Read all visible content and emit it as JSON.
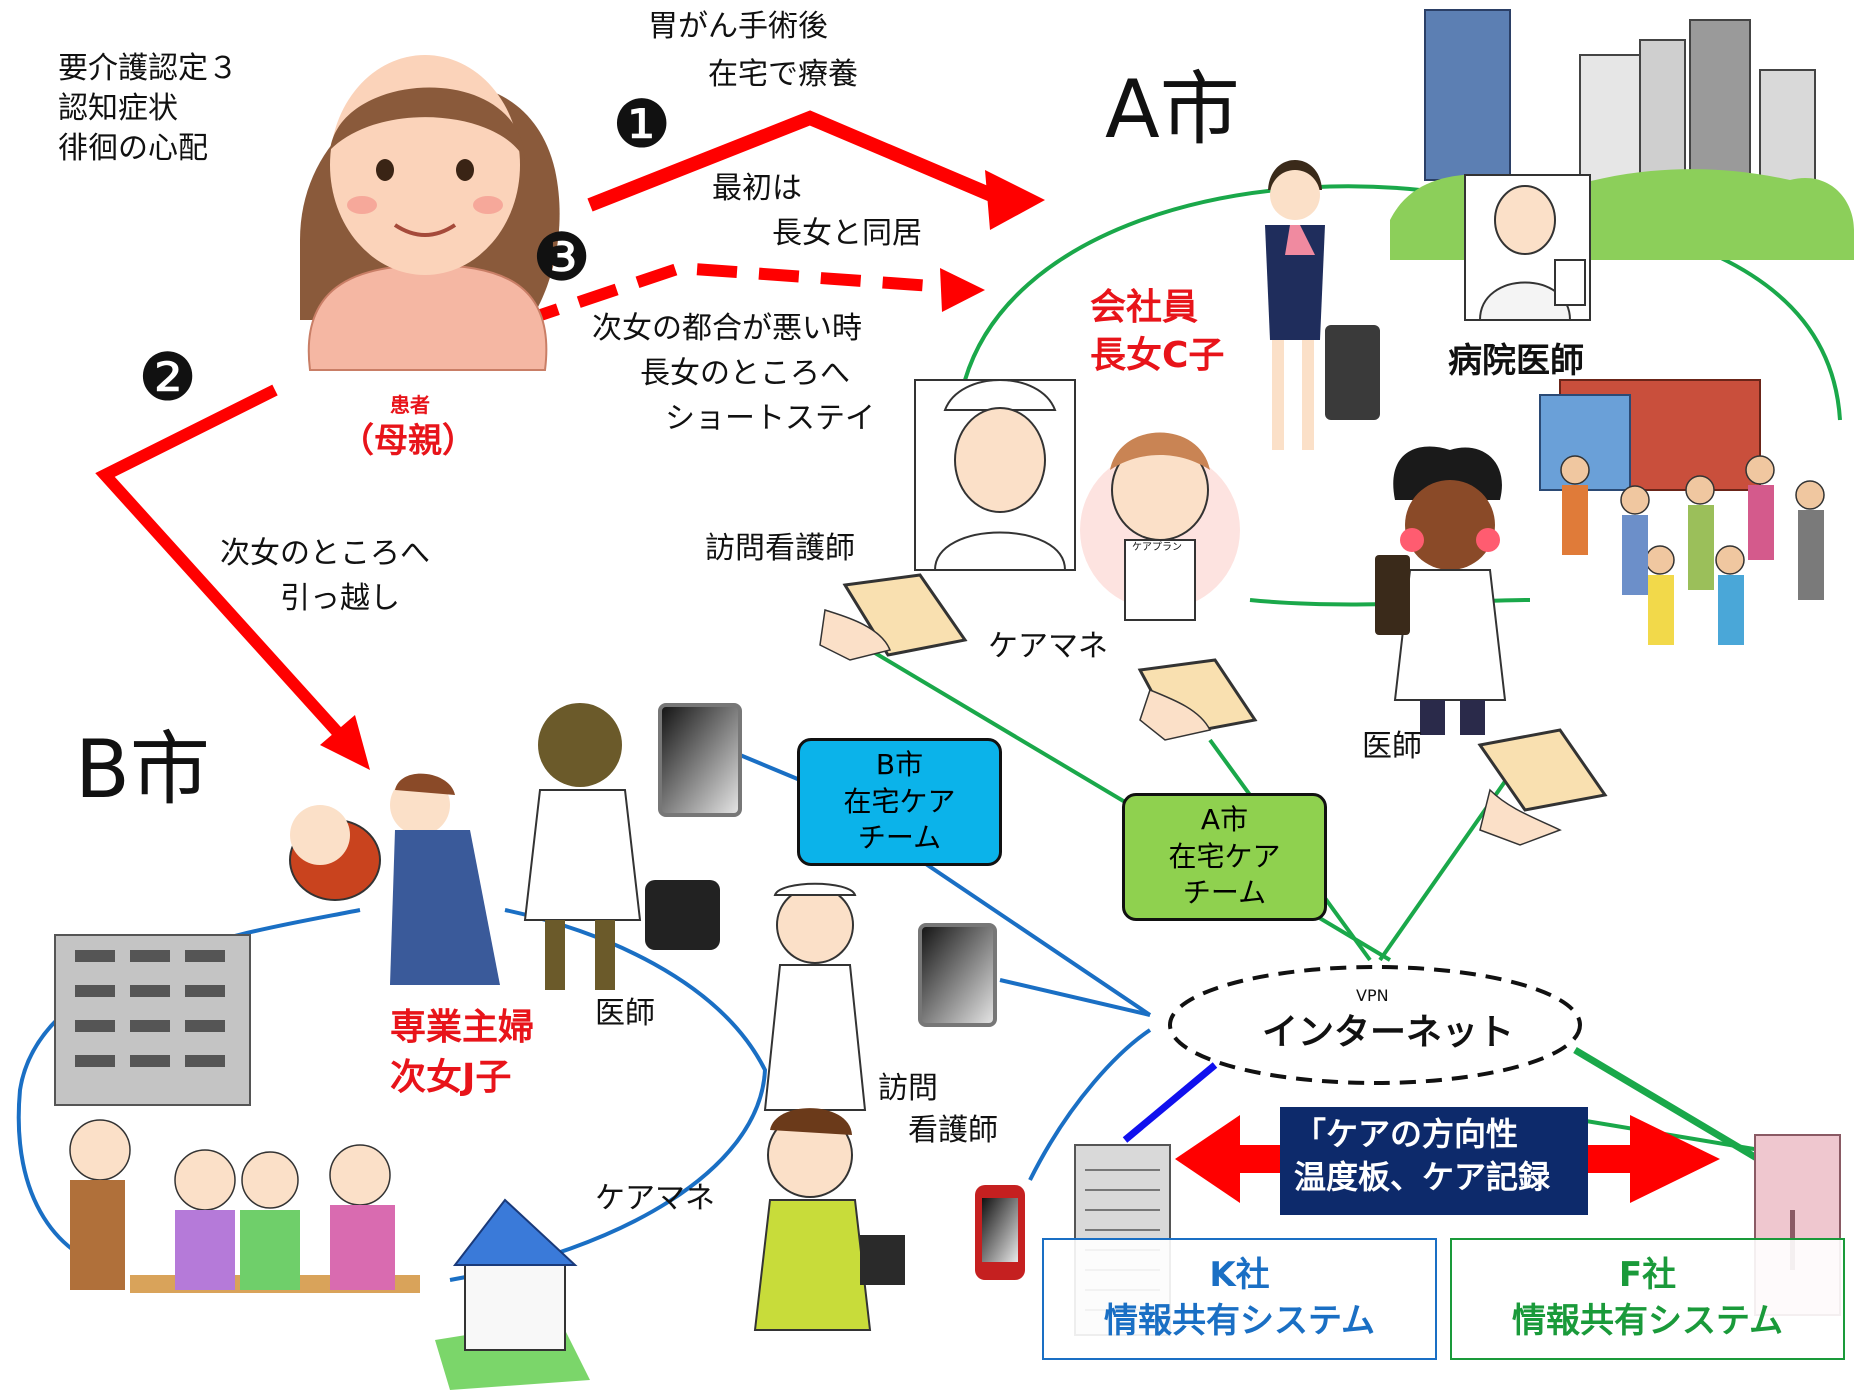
{
  "patient": {
    "status_lines": [
      "要介護認定３",
      "認知症状",
      "徘徊の心配"
    ],
    "label_small": "患者",
    "label_main": "（母親）"
  },
  "routes": {
    "r1_badge": "❶",
    "r1_top_lines": [
      "胃がん手術後",
      "　　在宅で療養"
    ],
    "r1_below_lines": [
      "最初は",
      "　　長女と同居"
    ],
    "r2_badge": "❷",
    "r2_lines": [
      "次女のところへ",
      "　　引っ越し"
    ],
    "r3_badge": "❸",
    "r3_lines": [
      "次女の都合が悪い時",
      "長女のところへ",
      "ショートステイ"
    ]
  },
  "city_a": {
    "title": "A市",
    "daughter_lines": [
      "会社員",
      "長女C子"
    ],
    "hospital_doctor": "病院医師",
    "visiting_nurse": "訪問看護師",
    "care_manager": "ケアマネ",
    "doctor": "医師",
    "care_plan_sheet": "ケアプラン",
    "team_lines": [
      "A市",
      "在宅ケア",
      "チーム"
    ]
  },
  "city_b": {
    "title": "B市",
    "daughter_lines": [
      "専業主婦",
      "次女J子"
    ],
    "doctor": "医師",
    "visiting_nurse_lines": [
      "訪問",
      "　看護師"
    ],
    "care_manager": "ケアマネ",
    "team_lines": [
      "B市",
      "在宅ケア",
      "チーム"
    ]
  },
  "network": {
    "vpn": "VPN",
    "internet": "インターネット",
    "shared_info_lines": [
      "「ケアの方向性",
      "温度板、ケア記録"
    ]
  },
  "systems": {
    "k_lines": [
      "K社",
      "情報共有システム"
    ],
    "f_lines": [
      "F社",
      "情報共有システム"
    ]
  },
  "colors": {
    "red_arrow": "#ff0000",
    "green_line": "#1aa84a",
    "blue_line": "#1a6fc4",
    "team_b_fill": "#0bb3ea",
    "team_a_fill": "#8fd14f",
    "info_box_fill": "#0d2a6b",
    "k_text": "#1a6fc4",
    "f_text": "#1a9a3a"
  }
}
